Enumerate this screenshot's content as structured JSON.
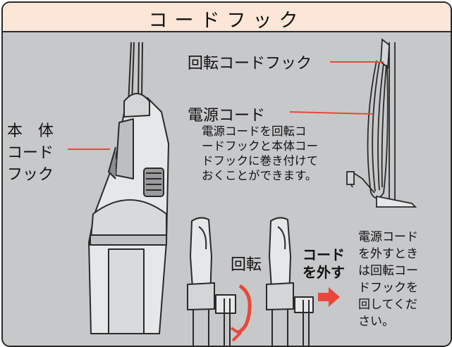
{
  "title": "コードフック",
  "labels": {
    "body_hook": [
      "本　体",
      "コード",
      "フック"
    ],
    "rotating_hook": "回転コードフック",
    "power_cord": "電源コード",
    "wrap_note": [
      "電源コードを回転コ",
      "ードフックと本体コー",
      "ドフックに巻き付けて",
      "おくことができます。"
    ],
    "rotate": "回転",
    "remove_cord": [
      "コード",
      "を外す"
    ],
    "remove_note": [
      "電源コード",
      "を外すとき",
      "は回転コー",
      "ドフックを",
      "回してくだ",
      "さい。"
    ]
  },
  "colors": {
    "background": "#c7c8ca",
    "title_background": "#fbe6d8",
    "accent": "#e8483a",
    "outline": "#2a2a2a"
  }
}
